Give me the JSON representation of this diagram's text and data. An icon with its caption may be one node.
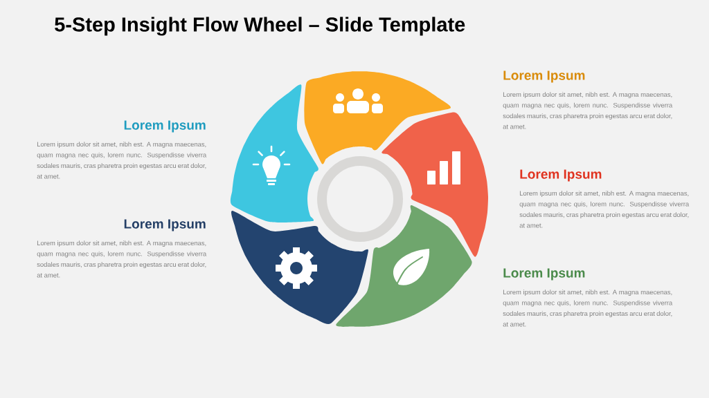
{
  "diagram": {
    "title": "5-Step Insight Flow Wheel – Slide Template",
    "nodes": [
      {
        "text": [],
        "shape": "petal",
        "beside": [
          "Lorem Ipsum",
          "Lorem ipsum dolor sit amet, nibh est. A magna maecenas, quam magna nec quis, lorem nunc. Suspendisse viverra sodales mauris, cras pharetra proin egestas arcu erat dolor, at amet."
        ]
      },
      {
        "text": [],
        "shape": "petal",
        "beside": [
          "Lorem Ipsum",
          "Lorem ipsum dolor sit amet, nibh est. A magna maecenas, quam magna nec quis, lorem nunc. Suspendisse viverra sodales mauris, cras pharetra proin egestas arcu erat dolor, at amet."
        ]
      },
      {
        "text": [],
        "shape": "petal",
        "beside": [
          "Lorem Ipsum",
          "Lorem ipsum dolor sit amet, nibh est. A magna maecenas, quam magna nec quis, lorem nunc. Suspendisse viverra sodales mauris, cras pharetra proin egestas arcu erat dolor, at amet."
        ]
      },
      {
        "text": [],
        "shape": "petal",
        "beside": [
          "Lorem Ipsum",
          "Lorem ipsum dolor sit amet, nibh est. A magna maecenas, quam magna nec quis, lorem nunc. Suspendisse viverra sodales mauris, cras pharetra proin egestas arcu erat dolor, at amet."
        ]
      },
      {
        "text": [],
        "shape": "petal",
        "beside": [
          "Lorem Ipsum",
          "Lorem ipsum dolor sit amet, nibh est. A magna maecenas, quam magna nec quis, lorem nunc. Suspendisse viverra sodales mauris, cras pharetra proin egestas arcu erat dolor, at amet."
        ]
      },
      {
        "text": [],
        "shape": "circle"
      }
    ]
  }
}
